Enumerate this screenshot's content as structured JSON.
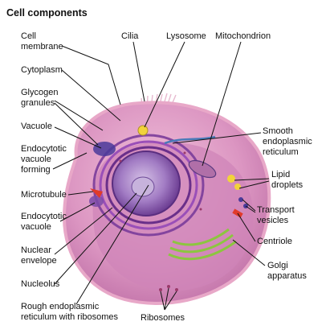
{
  "title": "Cell components",
  "colors": {
    "membrane": "#e8a8c8",
    "cytoplasm": "#d98fbf",
    "nucleus": "#8b5aa8",
    "er": "#7a3c9a",
    "golgi": "#8cc63f",
    "lipid": "#f2d33a",
    "vacuole": "#4a3a9a",
    "centriole": "#e03a2a"
  },
  "labels": {
    "cell_membrane": [
      "Cell",
      "membrane"
    ],
    "cilia": [
      "Cilia"
    ],
    "lysosome": [
      "Lysosome"
    ],
    "mitochondrion": [
      "Mitochondrion"
    ],
    "cytoplasm": [
      "Cytoplasm"
    ],
    "glycogen_granules": [
      "Glycogen",
      "granules"
    ],
    "vacuole": [
      "Vacuole"
    ],
    "endocytotic_vacuole_forming": [
      "Endocytotic",
      "vacuole",
      "forming"
    ],
    "microtubule": [
      "Microtubule"
    ],
    "endocytotic_vacuole": [
      "Endocytotic",
      "vacuole"
    ],
    "nuclear_envelope": [
      "Nuclear",
      "envelope"
    ],
    "nucleolus": [
      "Nucleolus"
    ],
    "rough_er": [
      "Rough endoplasmic",
      "reticulum with ribosomes"
    ],
    "smooth_er": [
      "Smooth",
      "endoplasmic",
      "reticulum"
    ],
    "lipid_droplets": [
      "Lipid",
      "droplets"
    ],
    "transport_vesicles": [
      "Transport",
      "vesicles"
    ],
    "centriole": [
      "Centriole"
    ],
    "golgi_apparatus": [
      "Golgi",
      "apparatus"
    ],
    "ribosomes": [
      "Ribosomes"
    ]
  }
}
